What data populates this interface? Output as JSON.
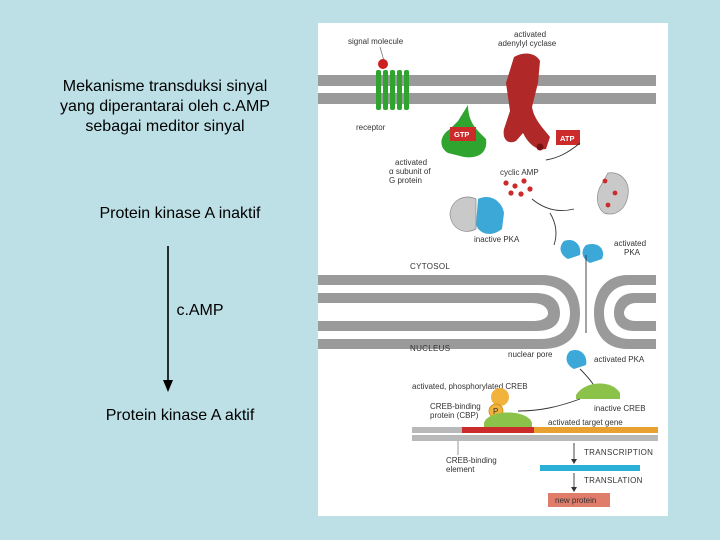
{
  "slide": {
    "title_lines": [
      "Mekanisme transduksi sinyal",
      "yang diperantarai oleh c.AMP",
      "sebagai meditor sinyal"
    ],
    "label_inactive": "Protein kinase A inaktif",
    "label_camp": "c.AMP",
    "label_active": "Protein kinase A aktif"
  },
  "figure": {
    "labels": {
      "signal_molecule": "signal molecule",
      "activated_adenylyl_cyclase_1": "activated",
      "activated_adenylyl_cyclase_2": "adenylyl cyclase",
      "receptor": "receptor",
      "gtp": "GTP",
      "atp": "ATP",
      "alpha_subunit_1": "activated",
      "alpha_subunit_2": "α subunit of",
      "alpha_subunit_3": "G protein",
      "cyclic_amp": "cyclic AMP",
      "inactive_pka": "inactive PKA",
      "activated_pka_1": "activated",
      "activated_pka_2": "PKA",
      "cytosol": "CYTOSOL",
      "nucleus": "NUCLEUS",
      "nuclear_pore": "nuclear pore",
      "activated_pka_nucleus": "activated PKA",
      "activated_creb": "activated, phosphorylated CREB",
      "inactive_creb": "inactive CREB",
      "cbp_1": "CREB-binding",
      "cbp_2": "protein (CBP)",
      "p": "P",
      "activated_target_gene": "activated target gene",
      "creb_binding_element_1": "CREB-binding",
      "creb_binding_element_2": "element",
      "transcription": "TRANSCRIPTION",
      "translation": "TRANSLATION",
      "new_protein": "new protein"
    },
    "colors": {
      "membrane": "#9a9a9a",
      "receptor": "#2fa52f",
      "cyclase": "#b02828",
      "pka": "#3ba8d8",
      "creb": "#8bc34a",
      "cbp": "#f2b33d",
      "gene_red": "#cc2b2b",
      "gene_orange": "#e8a030",
      "mrna": "#2ab0d6",
      "new_protein": "#e07c6a"
    }
  }
}
